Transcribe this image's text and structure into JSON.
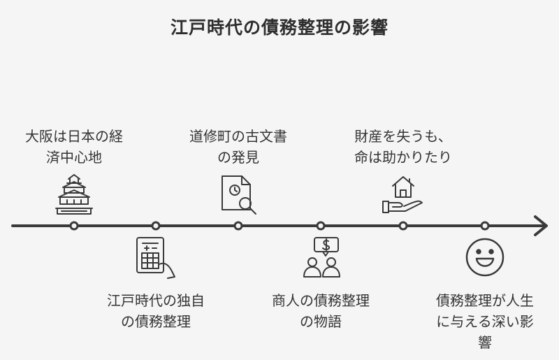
{
  "title": "江戸時代の債務整理の影響",
  "events": [
    {
      "label": "大阪は日本の経\n済中心地",
      "icon": "castle-icon"
    },
    {
      "label": "江戸時代の独自\nの債務整理",
      "icon": "calculator-document-icon"
    },
    {
      "label": "道修町の古文書\nの発見",
      "icon": "document-search-icon"
    },
    {
      "label": "商人の債務整理\nの物語",
      "icon": "merchants-dollar-icon"
    },
    {
      "label": "財産を失うも、\n命は助かりたり",
      "icon": "house-hand-icon"
    },
    {
      "label": "債務整理が人生\nに与える深い影\n響",
      "icon": "smile-face-icon"
    }
  ]
}
